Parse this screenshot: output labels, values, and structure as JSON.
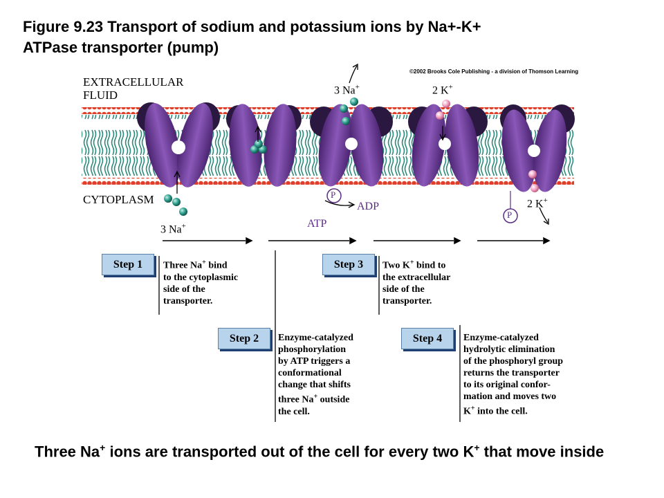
{
  "title": {
    "line1": "Figure 9.23 Transport of sodium and potassium ions by Na+-K+",
    "line2": "ATPase transporter (pump)"
  },
  "copyright": "©2002 Brooks Cole Publishing - a division of Thomson Learning",
  "labels": {
    "extracellular_1": "EXTRACELLULAR",
    "extracellular_2": "FLUID",
    "cytoplasm": "CYTOPLASM",
    "na_top": "3 Na",
    "k_top": "2 K",
    "na_bottom": "3 Na",
    "k_bottom": "2 K",
    "plus": "+",
    "p": "P",
    "adp": "ADP",
    "atp": "ATP"
  },
  "steps": [
    {
      "label": "Step 1",
      "lines": [
        "Three Na",
        "to the cytoplasmic",
        "side of the",
        "transporter."
      ],
      "line1_suffix": " bind"
    },
    {
      "label": "Step 2",
      "lines": [
        "Enzyme-catalyzed",
        "phosphorylation",
        "by ATP triggers a",
        "conformational",
        "change that shifts",
        "three Na",
        "the cell."
      ],
      "line6_suffix": " outside"
    },
    {
      "label": "Step 3",
      "lines": [
        "Two K",
        "the extracellular",
        "side of the",
        "transporter."
      ],
      "line1_suffix": " bind to"
    },
    {
      "label": "Step 4",
      "lines": [
        "Enzyme-catalyzed",
        "hydrolytic elimination",
        "of the phosphoryl group",
        "returns the transporter",
        "to its original confor-",
        "mation and moves two",
        "K"
      ],
      "line7_suffix": " into the cell."
    }
  ],
  "caption": {
    "part1": "Three Na",
    "part2": " ions are transported out of the cell for every two K",
    "part3": " that move inside",
    "sup": "+"
  },
  "colors": {
    "protein": "#6b3a98",
    "protein_dark": "#2a1840",
    "lipid_head": "#e0402a",
    "lipid_tail": "#2c8a7a",
    "na_ion": "#2a9a8a",
    "k_ion": "#f0a0c0",
    "step_fill": "#b8d4ec"
  }
}
